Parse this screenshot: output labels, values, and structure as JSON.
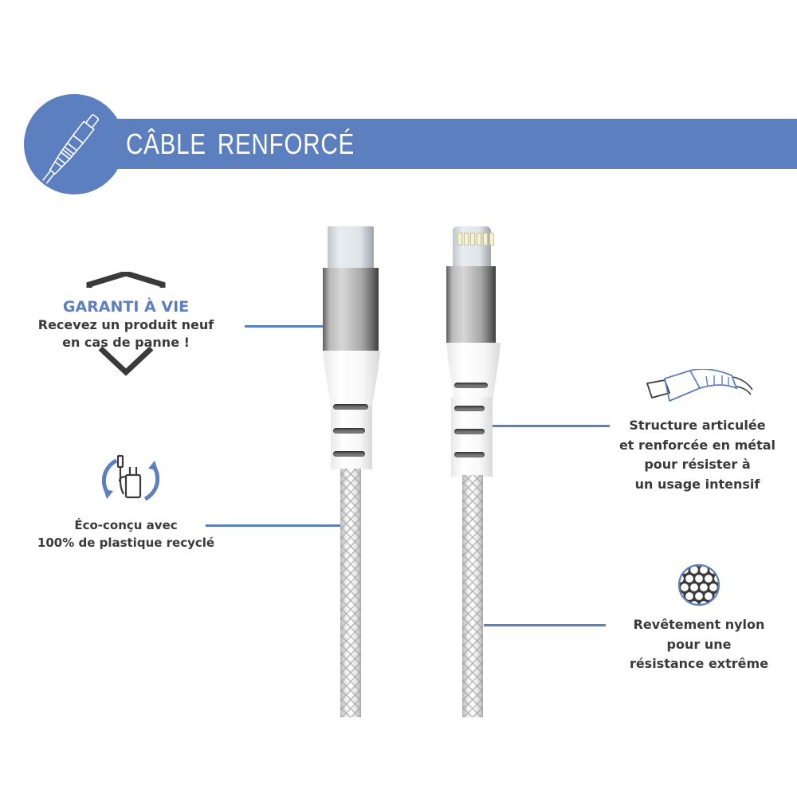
{
  "header": {
    "title": "CÂBLE RENFORCÉ",
    "badge_icon": "cable-icon",
    "accent_color": "#5b7fbf"
  },
  "features": {
    "warranty": {
      "icon": "shield-icon",
      "title": "GARANTI À VIE",
      "line1": "Recevez un produit neuf",
      "line2": "en cas de panne !"
    },
    "eco": {
      "icon": "recycle-charger-icon",
      "line1": "Éco-conçu avec",
      "line2": "100% de plastique recyclé"
    },
    "structure": {
      "icon": "articulated-connector-icon",
      "line1": "Structure articulée",
      "line2": "et renforcée en métal",
      "line3": "pour résister à",
      "line4": "un usage intensif"
    },
    "nylon": {
      "icon": "nylon-mesh-icon",
      "line1": "Revêtement nylon",
      "line2": "pour une",
      "line3": "résistance extrême"
    }
  },
  "product": {
    "left_connector": "USB-C",
    "right_connector": "Lightning"
  },
  "colors": {
    "accent": "#5b7fbf",
    "text": "#3a3a3a",
    "background": "#ffffff"
  }
}
